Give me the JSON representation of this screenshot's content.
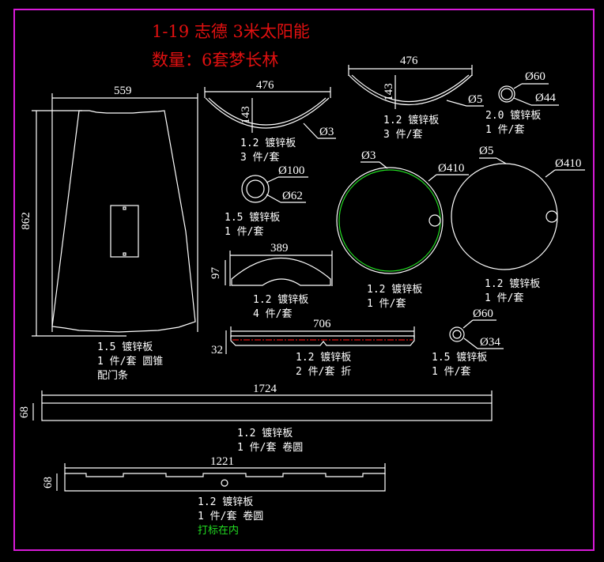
{
  "header": {
    "title": "1-19 志德 3米太阳能",
    "quantity": "数量：6套梦长林"
  },
  "colors": {
    "background": "#000000",
    "frame": "#d81ad8",
    "lines": "#ffffff",
    "title": "#e01010",
    "highlight": "#22dd22",
    "centerline": "#e01010"
  },
  "parts": {
    "cone": {
      "width": "559",
      "height": "862",
      "notes": [
        "1.5 镀锌板",
        "1 件/套 圆锥",
        "配门条"
      ]
    },
    "arc_small": {
      "width": "476",
      "height": "143",
      "hole": "Ø3",
      "notes": [
        "1.2 镀锌板",
        "3 件/套"
      ]
    },
    "arc_large": {
      "width": "476",
      "height": "143",
      "hole": "Ø5",
      "notes": [
        "1.2 镀锌板",
        "3 件/套"
      ]
    },
    "ring_60_44": {
      "outer": "Ø60",
      "inner": "Ø44",
      "notes": [
        "2.0 镀锌板",
        "1 件/套"
      ]
    },
    "ring_100_62": {
      "outer": "Ø100",
      "inner": "Ø62",
      "notes": [
        "1.5 镀锌板",
        "1 件/套"
      ]
    },
    "disc_green": {
      "hole": "Ø3",
      "diameter": "Ø410",
      "notes": [
        "1.2 镀锌板",
        "1 件/套"
      ]
    },
    "disc_plain": {
      "hole": "Ø5",
      "diameter": "Ø410",
      "notes": [
        "1.2 镀锌板",
        "1 件/套"
      ]
    },
    "arch_plate": {
      "width": "389",
      "height": "97",
      "notes": [
        "1.2 镀锌板",
        "4 件/套"
      ]
    },
    "fold_strip": {
      "width": "706",
      "height": "32",
      "notes": [
        "1.2 镀锌板",
        "2 件/套 折"
      ]
    },
    "ring_60_34": {
      "outer": "Ø60",
      "inner": "Ø34",
      "notes": [
        "1.5 镀锌板",
        "1 件/套"
      ]
    },
    "long_strip": {
      "width": "1724",
      "height": "68",
      "notes": [
        "1.2 镀锌板",
        "1 件/套 卷圆"
      ]
    },
    "notched_strip": {
      "width": "1221",
      "height": "68",
      "notes": [
        "1.2 镀锌板",
        "1 件/套 卷圆"
      ],
      "marking": "打标在内"
    }
  }
}
